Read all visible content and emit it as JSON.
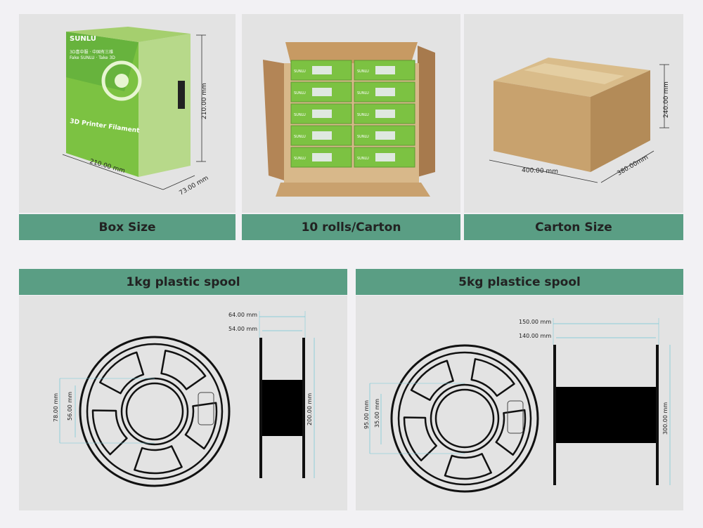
{
  "top": {
    "box": {
      "caption": "Box Size",
      "brand": "SUNLU",
      "line1": "3D喜中服 · 中国有三维",
      "line2": "Fake SUNLU · Take 3D",
      "product": "3D Printer Filament",
      "width": "210.00 mm",
      "height": "210.00 mm",
      "depth": "73.00 mm"
    },
    "carton_inside": {
      "caption": "10 rolls/Carton",
      "label": "SUNLU"
    },
    "carton": {
      "caption": "Carton Size",
      "length": "400.00 mm",
      "width": "380.00mm",
      "height": "240.00 mm"
    }
  },
  "bottom": {
    "spool1": {
      "caption": "1kg plastic spool",
      "outer_width": "64.00 mm",
      "inner_width": "54.00 mm",
      "diameter": "200.00 mm",
      "hub_outer": "78.00 mm",
      "hub_inner": "56.00 mm"
    },
    "spool5": {
      "caption": "5kg plastice spool",
      "outer_width": "150.00 mm",
      "inner_width": "140.00 mm",
      "diameter": "300.00 mm",
      "hub_outer": "95.00 mm",
      "hub_inner": "35.00 mm"
    }
  },
  "colors": {
    "accent": "#5a9e84",
    "panel": "#e3e3e3",
    "box_green": "#7cc242",
    "carton": "#d2b17e"
  }
}
